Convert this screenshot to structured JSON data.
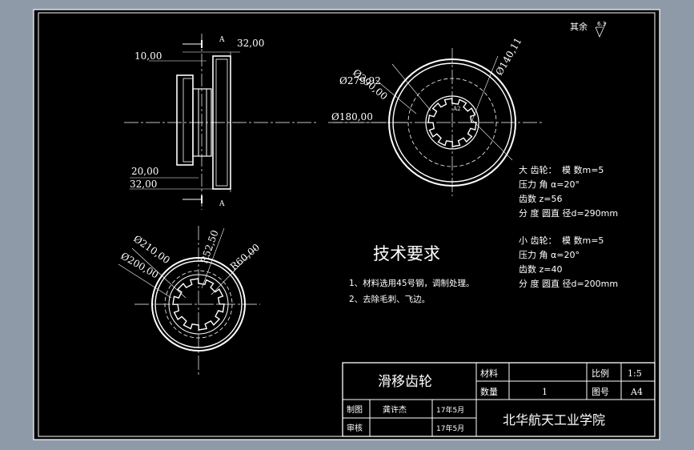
{
  "drawing": {
    "surface_finish": "其余",
    "roughness_value": "6.3",
    "section_letters": [
      "A",
      "A"
    ],
    "side_view_dimensions": [
      "32,00",
      "10,00",
      "20,00",
      "32,00"
    ],
    "large_gear_dimensions": [
      "Ø290,00",
      "Ø279,92",
      "Ø180,00",
      "Ø140,11",
      "A2"
    ],
    "small_gear_dimensions": [
      "Ø210,00",
      "Ø200,00",
      "R52,50",
      "R60,00"
    ]
  },
  "gear_params": {
    "large": {
      "title": "大 齿轮：",
      "lines": [
        "模 数m=5",
        "压力 角 α=20°",
        "齿数 z=56",
        "分 度 圆直 径d=290mm"
      ]
    },
    "small": {
      "title": "小 齿轮：",
      "lines": [
        "模 数m=5",
        "压力 角 α=20°",
        "齿数 z=40",
        "分 度 圆直 径d=200mm"
      ]
    }
  },
  "tech_requirements": {
    "title": "技术要求",
    "items": [
      "1、材料选用45号钢，调制处理。",
      "2、去除毛刺、飞边。"
    ]
  },
  "title_block": {
    "part_name": "滑移齿轮",
    "material_label": "材料",
    "material_value": "",
    "scale_label": "比例",
    "scale_value": "1:5",
    "quantity_label": "数量",
    "quantity_value": "1",
    "drawing_no_label": "图号",
    "drawing_no_value": "A4",
    "drawn_label": "制图",
    "drawn_name": "龚许杰",
    "drawn_date": "17年5月",
    "checked_label": "审核",
    "checked_name": "",
    "checked_date": "17年5月",
    "school": "北华航天工业学院"
  }
}
